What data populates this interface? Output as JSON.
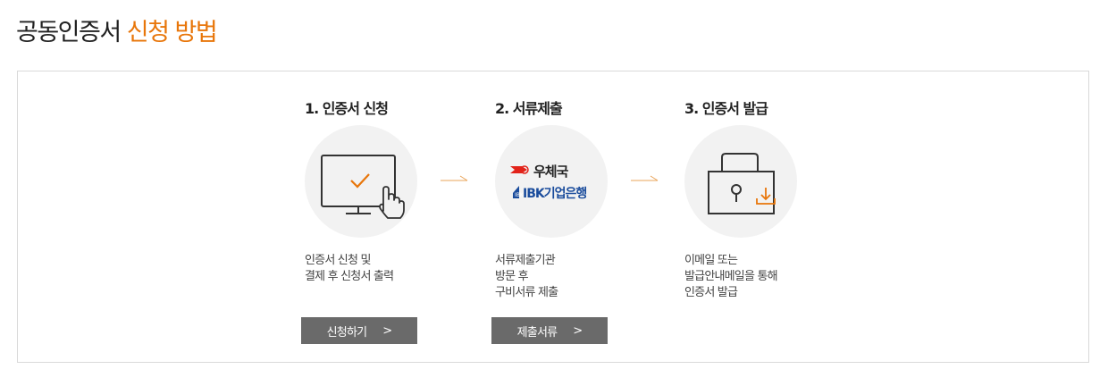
{
  "header": {
    "title_main": "공동인증서",
    "title_accent": "신청 방법"
  },
  "steps": [
    {
      "title": "1. 인증서 신청",
      "icon": "monitor-check-click-icon",
      "desc": [
        "인증서 신청 및",
        "결제 후 신청서 출력"
      ],
      "button": "신청하기"
    },
    {
      "title": "2. 서류제출",
      "icon": "post-office-ibk-logo",
      "logos": {
        "post": "우체국",
        "ibk": "IBK기업은행"
      },
      "desc": [
        "서류제출기관",
        "방문 후",
        "구비서류 제출"
      ],
      "button": "제출서류"
    },
    {
      "title": "3. 인증서 발급",
      "icon": "lock-download-icon",
      "desc": [
        "이메일 또는",
        "발급안내메일을 통해",
        "인증서 발급"
      ]
    }
  ],
  "colors": {
    "accent": "#e8760a",
    "button_bg": "#6a6a6a",
    "circle_bg": "#f2f2f2",
    "ibk_blue": "#1a4c9c",
    "post_red": "#e2231a"
  }
}
